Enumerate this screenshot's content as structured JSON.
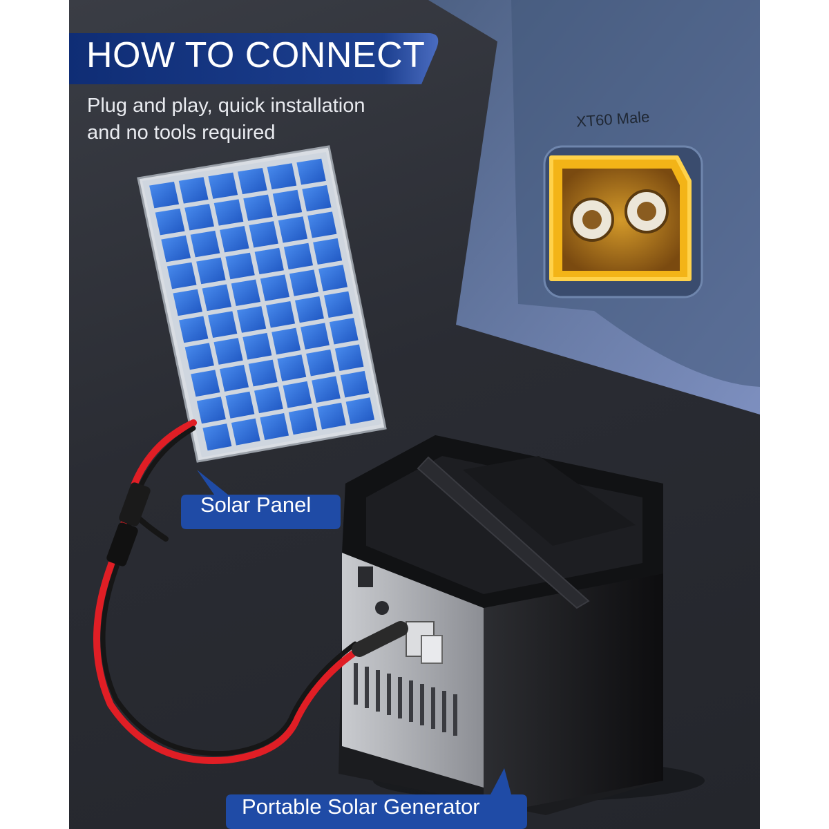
{
  "header": {
    "title": "HOW TO CONNECT",
    "subtitle_line1": "Plug and play, quick installation",
    "subtitle_line2": "and no tools required"
  },
  "callouts": {
    "connector": "XT60 Male",
    "solar_panel": "Solar Panel",
    "generator": "Portable Solar Generator"
  },
  "colors": {
    "banner": "#1c3f8f",
    "pill": "#1f4ba6",
    "panel_cell": "#2f6fd6",
    "cable_red": "#e01e25",
    "connector_yellow": "#f3b417"
  }
}
